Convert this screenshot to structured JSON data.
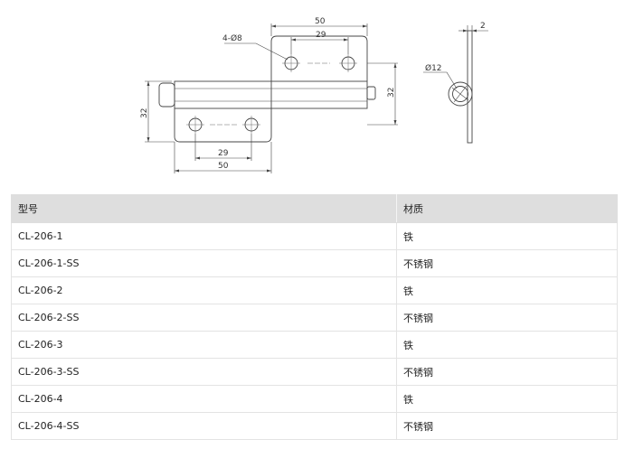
{
  "drawing": {
    "labels": {
      "holes": "4-Ø8",
      "top_width": "50",
      "top_hole_spacing": "29",
      "right_height": "32",
      "left_height": "32",
      "bottom_hole_spacing": "29",
      "bottom_width": "50",
      "pin_diameter": "Ø12",
      "thickness": "2"
    }
  },
  "table": {
    "headers": {
      "model": "型号",
      "material": "材质"
    },
    "rows": [
      {
        "model": "CL-206-1",
        "material": "铁"
      },
      {
        "model": "CL-206-1-SS",
        "material": "不锈钢"
      },
      {
        "model": "CL-206-2",
        "material": "铁"
      },
      {
        "model": "CL-206-2-SS",
        "material": "不锈钢"
      },
      {
        "model": "CL-206-3",
        "material": "铁"
      },
      {
        "model": "CL-206-3-SS",
        "material": "不锈钢"
      },
      {
        "model": "CL-206-4",
        "material": "铁"
      },
      {
        "model": "CL-206-4-SS",
        "material": "不锈钢"
      }
    ]
  }
}
